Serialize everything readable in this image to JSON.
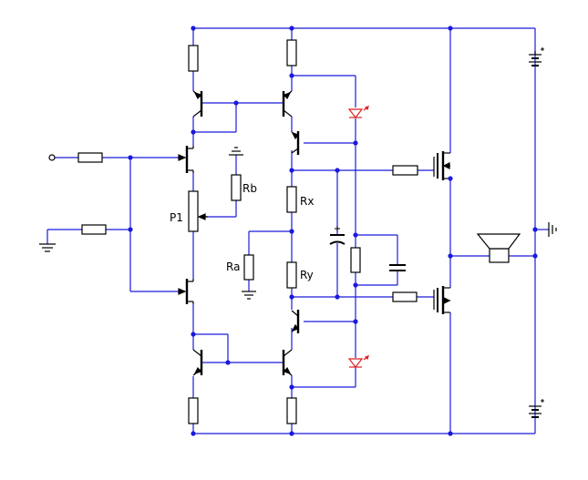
{
  "schematic": {
    "labels": {
      "p1": "P1",
      "rb": "Rb",
      "rx": "Rx",
      "ra": "Ra",
      "ry": "Ry"
    },
    "colors": {
      "wire": "#1a1adc",
      "component": "#000000",
      "led": "#dd2222",
      "background": "#ffffff"
    }
  }
}
